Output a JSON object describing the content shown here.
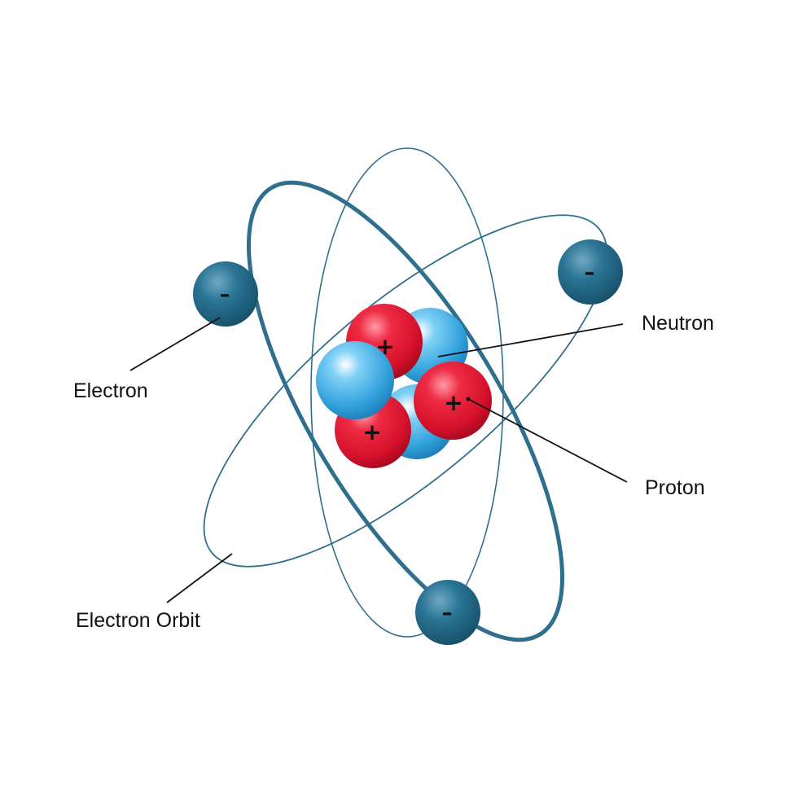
{
  "labels": {
    "electron": "Electron",
    "neutron": "Neutron",
    "proton": "Proton",
    "electron_orbit": "Electron Orbit"
  },
  "signs": {
    "proton": "+",
    "electron": "–"
  },
  "colors": {
    "orbit": "#2f6f8e",
    "electron": "#1f6582",
    "proton": "#e0203a",
    "neutron": "#38a9e0",
    "text": "#111111",
    "leader": "#111111"
  }
}
